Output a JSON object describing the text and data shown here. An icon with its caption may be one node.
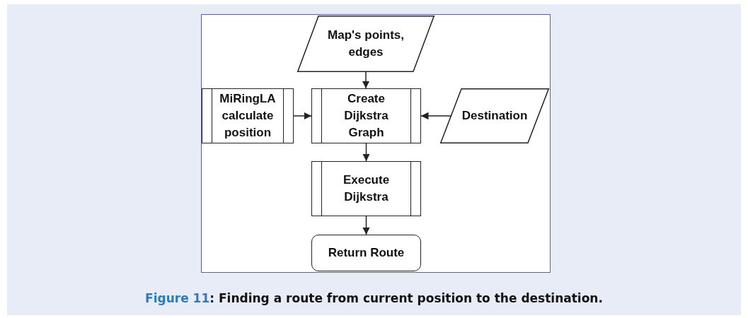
{
  "diagram": {
    "caption": "Figure 11: Finding a route from current position to the destination.",
    "nodes": [
      {
        "text": [
          "Map's points, edges"
        ]
      },
      {
        "text": [
          "MiRingLA calculate position"
        ]
      },
      {
        "text": [
          "Create Dijkstra Graph"
        ]
      },
      {
        "text": [
          "Destination"
        ]
      },
      {
        "text": [
          "Execute Dijkstra"
        ]
      },
      {
        "text": [
          "Return Route"
        ]
      }
    ],
    "edges": [
      {
        "from": 0,
        "to": 2,
        "arrow": "to"
      },
      {
        "from": 1,
        "to": 2,
        "arrow": "to"
      },
      {
        "from": 3,
        "to": 2,
        "arrow": "to"
      },
      {
        "from": 2,
        "to": 4,
        "arrow": "to"
      },
      {
        "from": 4,
        "to": 5,
        "arrow": "to"
      }
    ]
  }
}
